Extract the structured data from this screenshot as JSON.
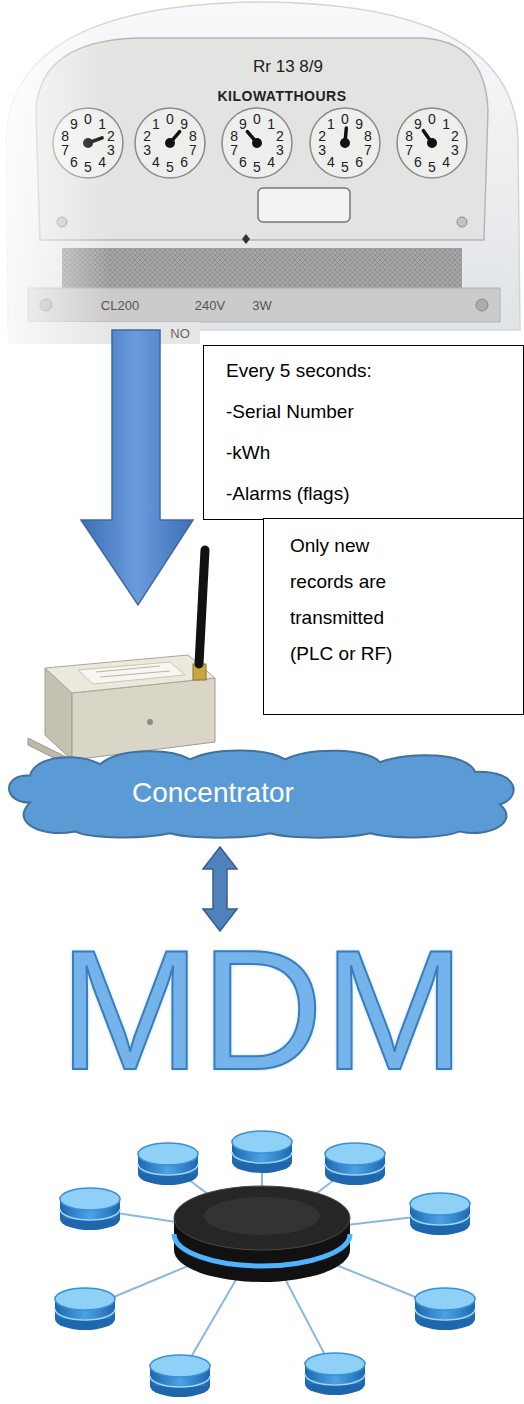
{
  "diagram": {
    "nodes": [
      {
        "text": [
          "Every 5 seconds:",
          "-Serial Number",
          "-kWh",
          "-Alarms (flags)"
        ]
      },
      {
        "text": [
          "Only new records are transmitted",
          "(PLC or RF)"
        ]
      },
      {
        "text": [
          "Concentrator"
        ]
      },
      {
        "text": [
          "MDM"
        ]
      }
    ],
    "edges": [
      {
        "from": 2,
        "to": 3,
        "arrow": "both"
      }
    ],
    "labels": [
      "Rr 13 8/9",
      "KILOWATTHOURS",
      "0",
      "1",
      "2",
      "3",
      "4",
      "5",
      "6",
      "7",
      "8",
      "9",
      "0",
      "1",
      "2",
      "3",
      "4",
      "5",
      "6",
      "7",
      "8",
      "9",
      "0",
      "1",
      "2",
      "3",
      "4",
      "5",
      "6",
      "7",
      "8",
      "9",
      "0",
      "1",
      "2",
      "3",
      "4",
      "5",
      "6",
      "7",
      "8",
      "9",
      "0",
      "1",
      "2",
      "3",
      "4",
      "5",
      "6",
      "7",
      "8",
      "9",
      "CL200",
      "240V",
      "3W",
      "NO"
    ]
  }
}
